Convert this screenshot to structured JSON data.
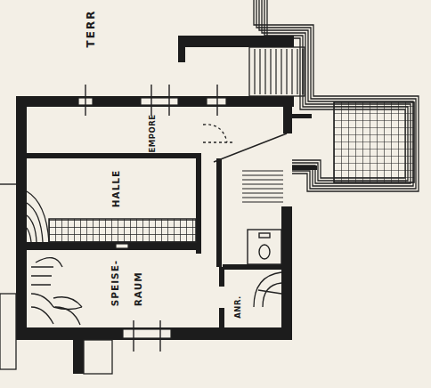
{
  "diagram": {
    "labels": [
      "TERR",
      "EMPORE",
      "HALLE",
      "SPEISE- RAUM",
      "ANR."
    ]
  }
}
